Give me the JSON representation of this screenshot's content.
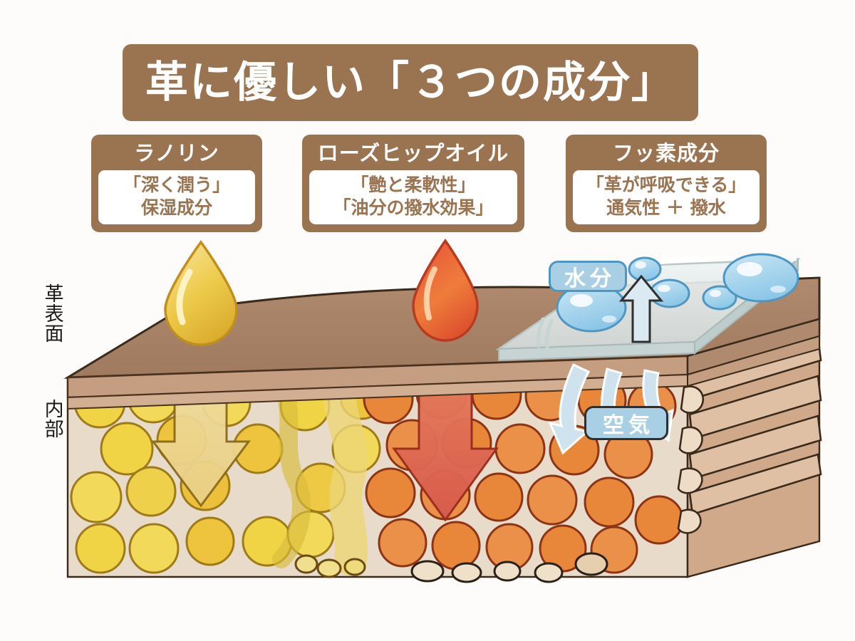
{
  "page": {
    "background_color": "#fdfcfa",
    "brand_brown": "#9a7350",
    "accent_blue": "#a8cfe4"
  },
  "title": {
    "text": "革に優しい「３つの成分」",
    "bg_color": "#9a7350",
    "text_color": "#ffffff"
  },
  "components": [
    {
      "name": "ラノリン",
      "lines": [
        "「深く潤う」",
        "保湿成分"
      ],
      "drop_color": "#e8c44a"
    },
    {
      "name": "ローズヒップオイル",
      "lines": [
        "「艶と柔軟性」",
        "「油分の撥水効果」"
      ],
      "drop_color": "#e4532f"
    },
    {
      "name": "フッ素成分",
      "lines": [
        "「革が呼吸できる」",
        "通気性 ＋ 撥水"
      ],
      "drop_color": "#d6dfe2"
    }
  ],
  "side_labels": {
    "surface": "革表面",
    "inside": "内部"
  },
  "badges": {
    "water": "水分",
    "air": "空気"
  },
  "illustration": {
    "alt": "革の断面図：表面層・内部繊維・フッ素皮膜",
    "layers": {
      "top_surface_color": "#ab8267",
      "mid_band_color": "#c59d80",
      "interior_bg_color": "#e9d9c6",
      "lanolin_cell_color": "#f0d445",
      "rosehip_cell_color": "#e8873a",
      "fiber_color": "#cfa98a"
    },
    "arrows": {
      "lanolin_down": "#efd48a",
      "rosehip_down": "#e06a58",
      "air_flow": "#cfe3ef"
    },
    "water_bubbles_count": 6,
    "membrane_color": "#dde6e6"
  }
}
